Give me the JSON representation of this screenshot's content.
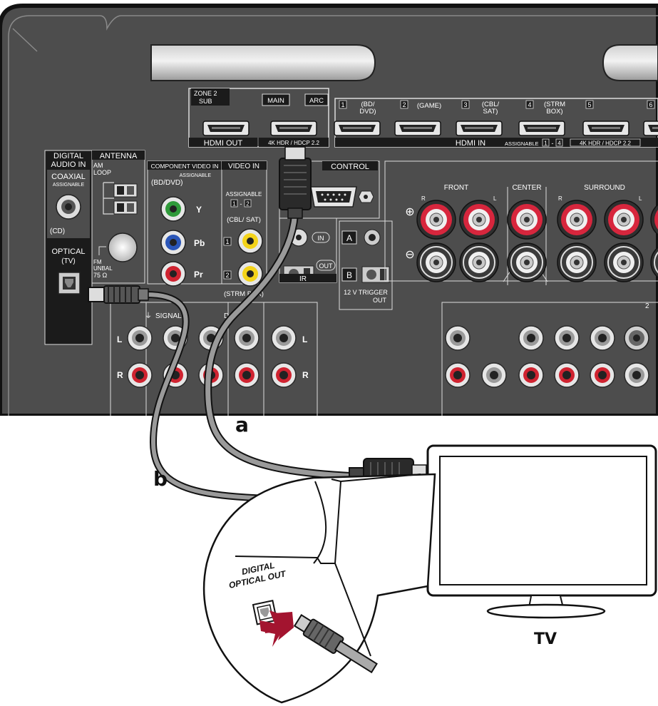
{
  "receiver": {
    "zone2_sub": "ZONE 2\nSUB",
    "main": "MAIN",
    "arc": "ARC",
    "hdmi_out": "HDMI OUT",
    "hdmi_out_spec": "4K HDR / HDCP 2.2",
    "hdmi_in_ports": [
      {
        "num": "1",
        "label": "(BD/\nDVD)"
      },
      {
        "num": "2",
        "label": "(GAME)"
      },
      {
        "num": "3",
        "label": "(CBL/\nSAT)"
      },
      {
        "num": "4",
        "label": "(STRM\nBOX)"
      },
      {
        "num": "5",
        "label": ""
      },
      {
        "num": "6",
        "label": ""
      }
    ],
    "hdmi_in": "HDMI IN",
    "hdmi_in_assignable": "ASSIGNABLE",
    "hdmi_in_range_from": "1",
    "hdmi_in_range_sep": "-",
    "hdmi_in_range_to": "4",
    "hdmi_in_spec": "4K HDR / HDCP 2.2",
    "digital_audio_in": "DIGITAL\nAUDIO IN",
    "coaxial": "COAXIAL",
    "coaxial_assignable": "ASSIGNABLE",
    "coaxial_source": "(CD)",
    "optical": "OPTICAL",
    "optical_source": "(TV)",
    "antenna": "ANTENNA",
    "am_loop": "AM\nLOOP",
    "fm_unbal": "FM\nUNBAL\n75 Ω",
    "component_video_in": "COMPONENT VIDEO IN",
    "component_assignable": "ASSIGNABLE",
    "component_source": "(BD/DVD)",
    "y": "Y",
    "pb": "Pb",
    "pr": "Pr",
    "video_in": "VIDEO IN",
    "video_assignable": "ASSIGNABLE",
    "video_range_from": "1",
    "video_range_sep": "-",
    "video_range_to": "2",
    "video_source_1": "(CBL/ SAT)",
    "video_port_1": "1",
    "video_port_2": "2",
    "video_source_2": "(STRM BOX)",
    "control": "CONTROL",
    "ir_in": "IN",
    "ir_out": "OUT",
    "ir": "IR",
    "trigger_a": "A",
    "trigger_b": "B",
    "trigger": "12 V TRIGGER\nOUT",
    "front": "FRONT",
    "center": "CENTER",
    "surround": "SURROUND",
    "speaker_r": "R",
    "speaker_l": "L",
    "signal_gnd": "SIGNAL",
    "signal_suffix": "D",
    "rca_l": "L",
    "rca_r": "R",
    "zone2_digit": "2"
  },
  "cables": {
    "a": "a",
    "b": "b"
  },
  "tv": {
    "label": "TV",
    "port_label": "DIGITAL\nOPTICAL OUT"
  },
  "colors": {
    "panel": "#4d4d4d",
    "panel_light": "#6a6a6a",
    "label_bg": "#1b1b1b",
    "cable": "#8c8c8c",
    "speaker_red": "#d7263d",
    "arrow": "#a3142f",
    "rca_green": "#2f9a3a",
    "rca_blue": "#2b56b8",
    "rca_red": "#cf2330",
    "rca_yellow": "#f4d31a"
  }
}
